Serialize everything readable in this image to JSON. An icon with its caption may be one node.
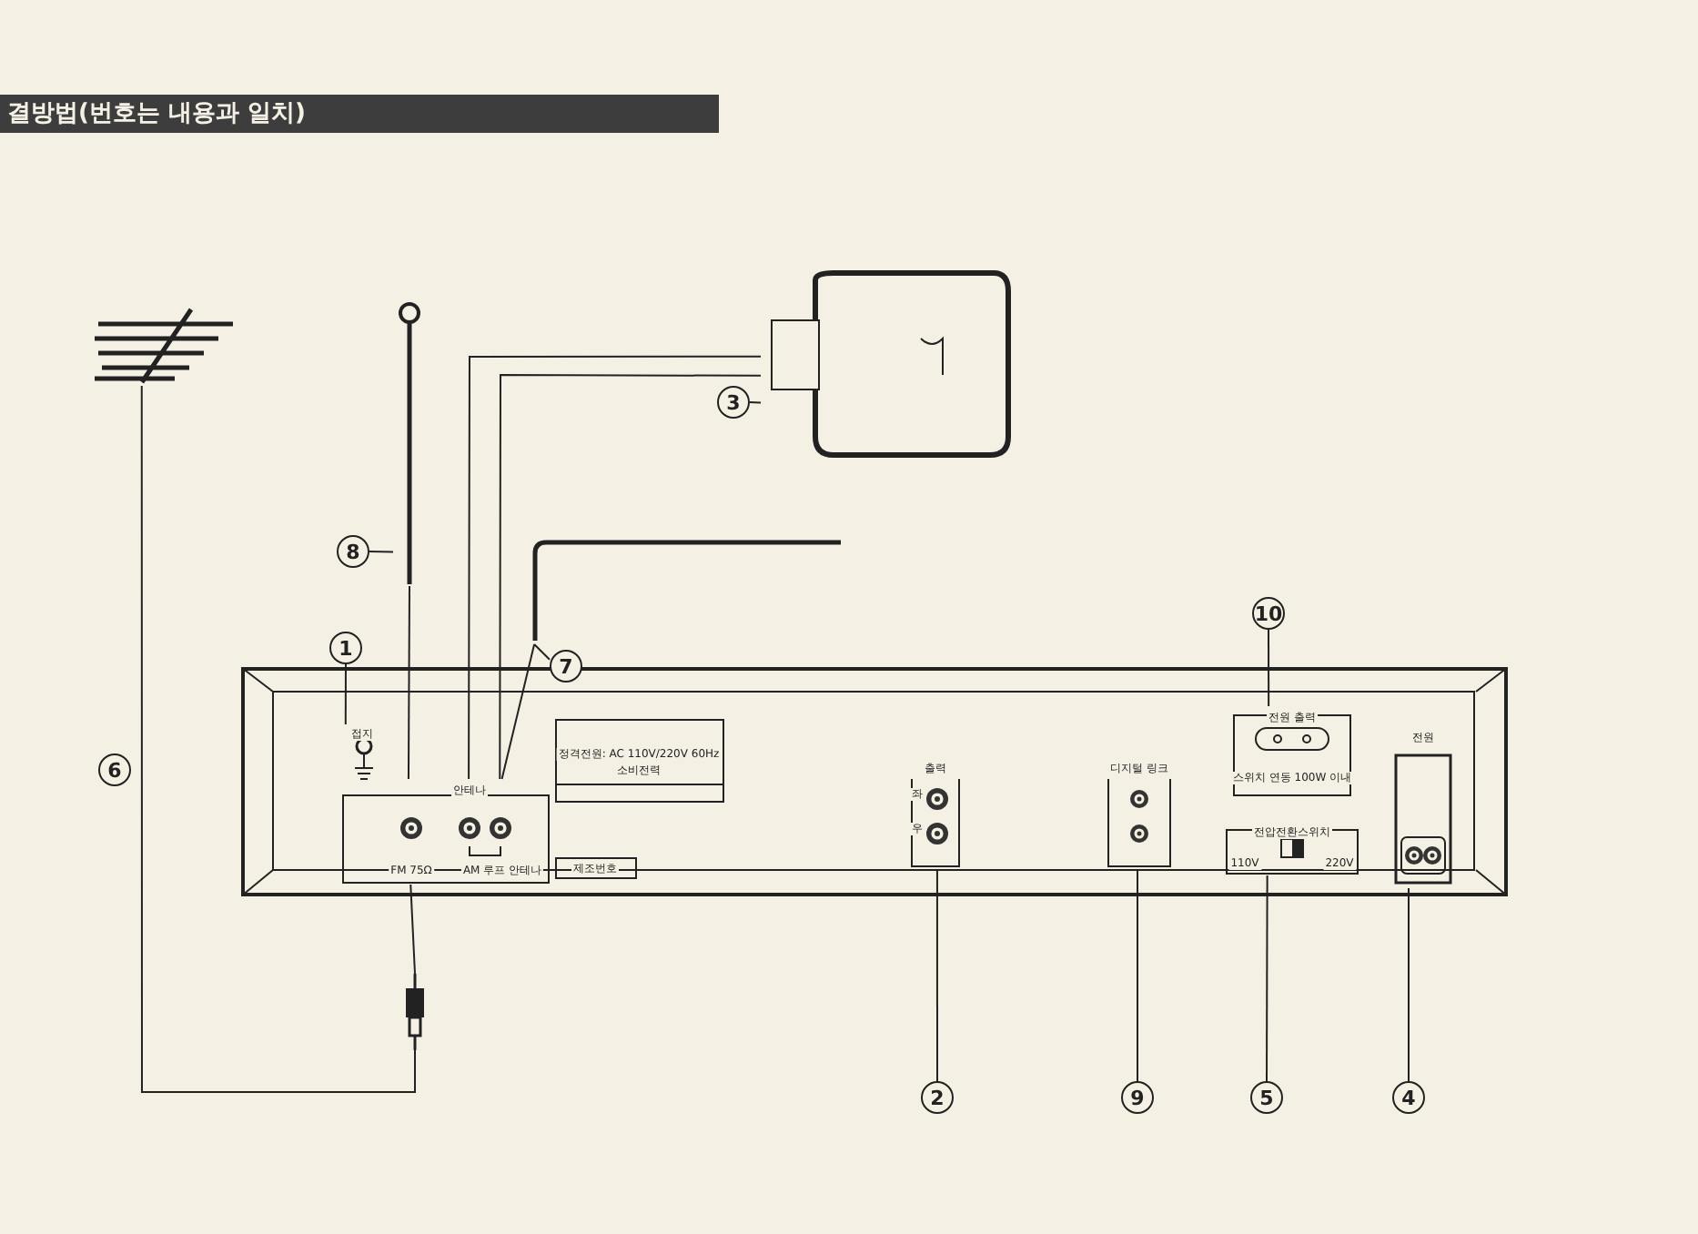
{
  "diagram": {
    "title": "결방법(번호는 내용과 일치)",
    "nodes": [
      {
        "text": [],
        "shape": "box"
      },
      {
        "text": [
          "접지"
        ],
        "in": 0
      },
      {
        "text": [
          "안테나",
          "FM 75Ω",
          "AM 루프 안테나"
        ],
        "in": 0
      },
      {
        "text": [
          "정격전원: AC 110V/220V 60Hz",
          "소비전력"
        ],
        "in": 0
      },
      {
        "text": [
          "제조번호"
        ],
        "in": 0
      },
      {
        "text": [
          "출력",
          "좌",
          "우"
        ],
        "in": 0
      },
      {
        "text": [
          "디지털 링크"
        ],
        "in": 0
      },
      {
        "text": [
          "전원 출력",
          "스위치 연동 100W 이내"
        ],
        "in": 0
      },
      {
        "text": [
          "전압전환스위치",
          "110V",
          "220V"
        ],
        "in": 0
      },
      {
        "text": [
          "전원"
        ],
        "in": 0
      },
      {
        "text": [],
        "shape": "picture"
      },
      {
        "text": [],
        "shape": "picture"
      },
      {
        "text": [],
        "shape": "picture"
      },
      {
        "text": [],
        "shape": "picture"
      },
      {
        "text": [],
        "shape": "picture"
      },
      {
        "text": [
          "1"
        ]
      },
      {
        "text": [
          "2"
        ]
      },
      {
        "text": [
          "3"
        ]
      },
      {
        "text": [
          "4"
        ]
      },
      {
        "text": [
          "5"
        ]
      },
      {
        "text": [
          "6"
        ]
      },
      {
        "text": [
          "7"
        ]
      },
      {
        "text": [
          "8"
        ]
      },
      {
        "text": [
          "9"
        ]
      },
      {
        "text": [
          "10"
        ]
      }
    ],
    "edges": [
      {
        "from": 15,
        "to": 1,
        "arrow": "none"
      },
      {
        "from": 16,
        "to": 5,
        "arrow": "none"
      },
      {
        "from": 17,
        "to": 12,
        "arrow": "none"
      },
      {
        "from": 18,
        "to": 9,
        "arrow": "none"
      },
      {
        "from": 19,
        "to": 8,
        "arrow": "none"
      },
      {
        "from": 21,
        "to": 13,
        "arrow": "none"
      },
      {
        "from": 22,
        "to": 11,
        "arrow": "none"
      },
      {
        "from": 23,
        "to": 6,
        "arrow": "none"
      },
      {
        "from": 24,
        "to": 7,
        "arrow": "none"
      },
      {
        "from": 11,
        "to": 2,
        "arrow": "none"
      },
      {
        "from": 12,
        "to": 2,
        "arrow": "none"
      },
      {
        "from": 12,
        "to": 2,
        "arrow": "none"
      },
      {
        "from": 13,
        "to": 2,
        "arrow": "none"
      },
      {
        "from": 10,
        "to": 14,
        "arrow": "none"
      },
      {
        "from": 14,
        "to": 2,
        "arrow": "none"
      }
    ]
  }
}
